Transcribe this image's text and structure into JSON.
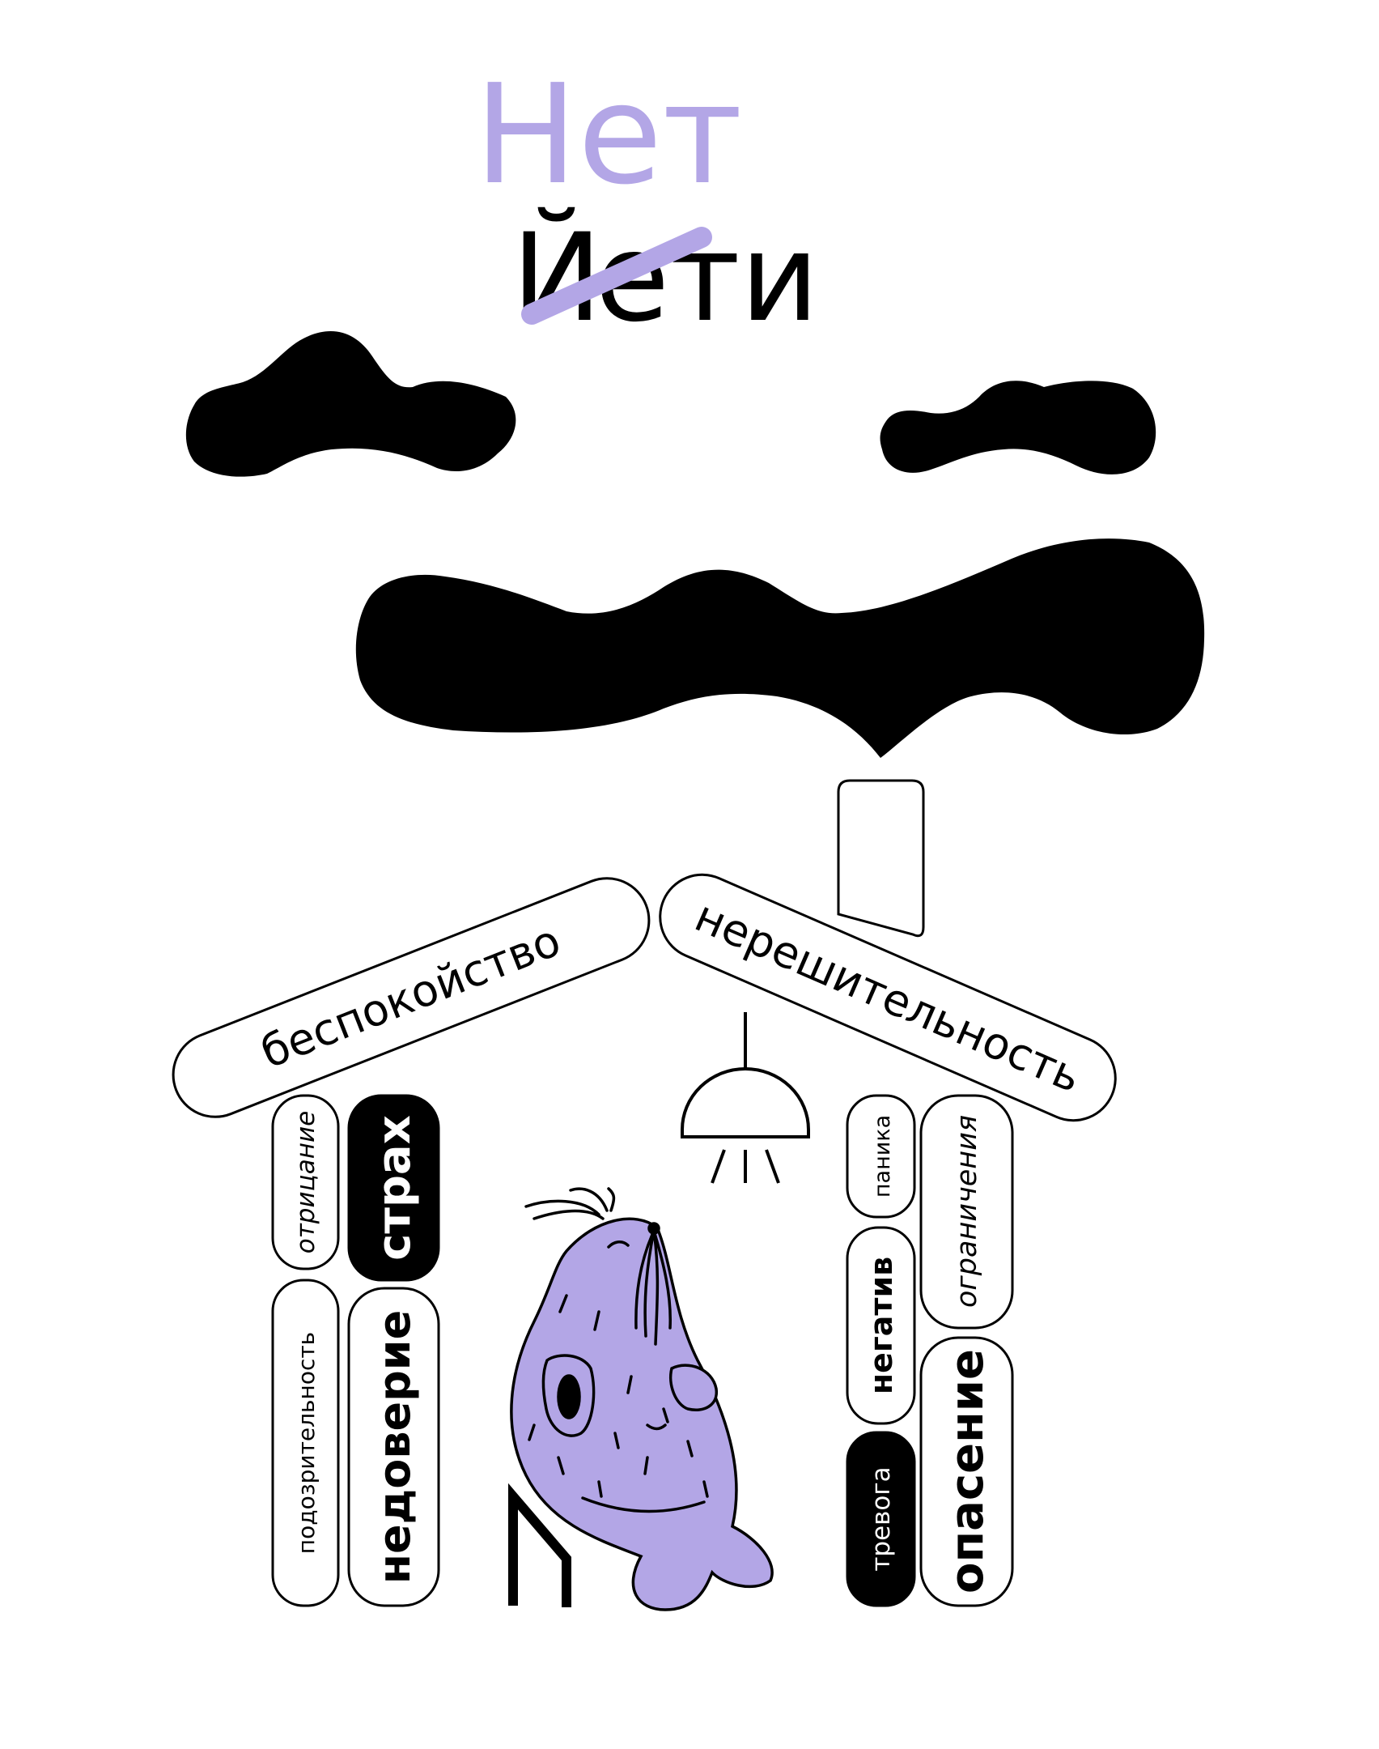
{
  "title": {
    "top_word": "Нет",
    "struck_letter": "Й",
    "bottom_rest": "ети"
  },
  "roof": {
    "left": "беспокойство",
    "right": "нерешительность"
  },
  "left_wall": {
    "outer_top": "отрицание",
    "inner_top": "страх",
    "outer_bottom": "подозрительность",
    "inner_bottom": "недоверие"
  },
  "right_wall": {
    "inner_top": "паника",
    "outer_top": "ограничения",
    "inner_middle": "негатив",
    "inner_bottom": "тревога",
    "outer_bottom": "опасение"
  },
  "colors": {
    "accent": "#b3a6e6",
    "ink": "#000000",
    "background": "#ffffff"
  }
}
